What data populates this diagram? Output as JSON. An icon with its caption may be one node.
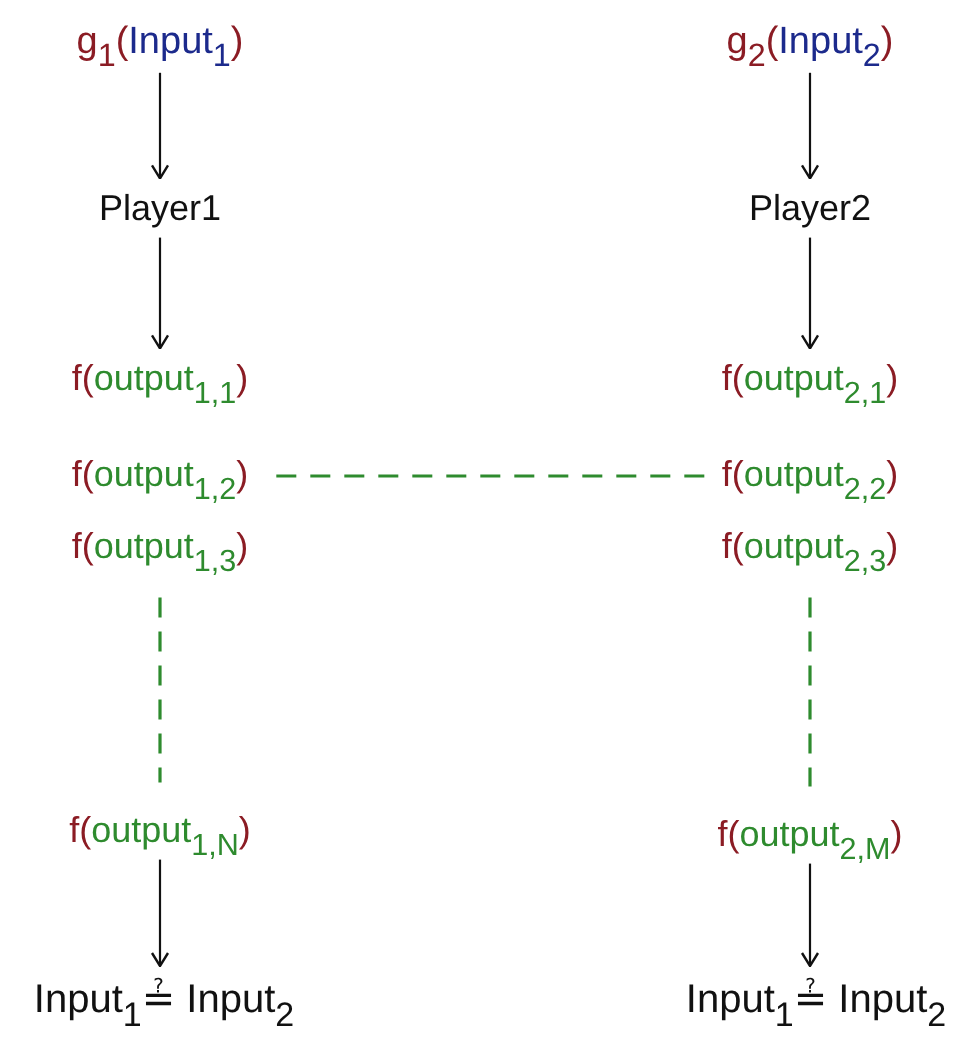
{
  "diagram": {
    "nodes": [
      {
        "text": [
          "g$_{1}$(Input$_{1}$)"
        ]
      },
      {
        "text": [
          "g$_{2}$(Input$_{2}$)"
        ]
      },
      {
        "text": [
          "Player1"
        ]
      },
      {
        "text": [
          "Player2"
        ]
      },
      {
        "text": [
          "f(output$_{1,1}$)"
        ]
      },
      {
        "text": [
          "f(output$_{2,1}$)"
        ]
      },
      {
        "text": [
          "f(output$_{1,2}$)"
        ]
      },
      {
        "text": [
          "f(output$_{2,2}$)"
        ]
      },
      {
        "text": [
          "f(output$_{1,3}$)"
        ]
      },
      {
        "text": [
          "f(output$_{2,3}$)"
        ]
      },
      {
        "text": [
          "f(output$_{1,N}$)"
        ]
      },
      {
        "text": [
          "f(output$_{2,M}$)"
        ]
      },
      {
        "text": [
          "Input$_{1}$≟ Input$_{2}$"
        ]
      },
      {
        "text": [
          "Input$_{1}$≟ Input$_{2}$"
        ]
      }
    ],
    "edges": [
      {
        "from": 0,
        "to": 2,
        "arrow": "to"
      },
      {
        "from": 1,
        "to": 3,
        "arrow": "to"
      },
      {
        "from": 2,
        "to": 4,
        "arrow": "to"
      },
      {
        "from": 3,
        "to": 5,
        "arrow": "to"
      },
      {
        "from": 6,
        "to": 7,
        "arrow": "none",
        "style": "dashed",
        "color": "#2e8b2e"
      },
      {
        "from": 8,
        "to": 10,
        "arrow": "none",
        "style": "dashed",
        "color": "#2e8b2e"
      },
      {
        "from": 9,
        "to": 11,
        "arrow": "none",
        "style": "dashed",
        "color": "#2e8b2e"
      },
      {
        "from": 10,
        "to": 12,
        "arrow": "to"
      },
      {
        "from": 11,
        "to": 13,
        "arrow": "to"
      }
    ]
  }
}
